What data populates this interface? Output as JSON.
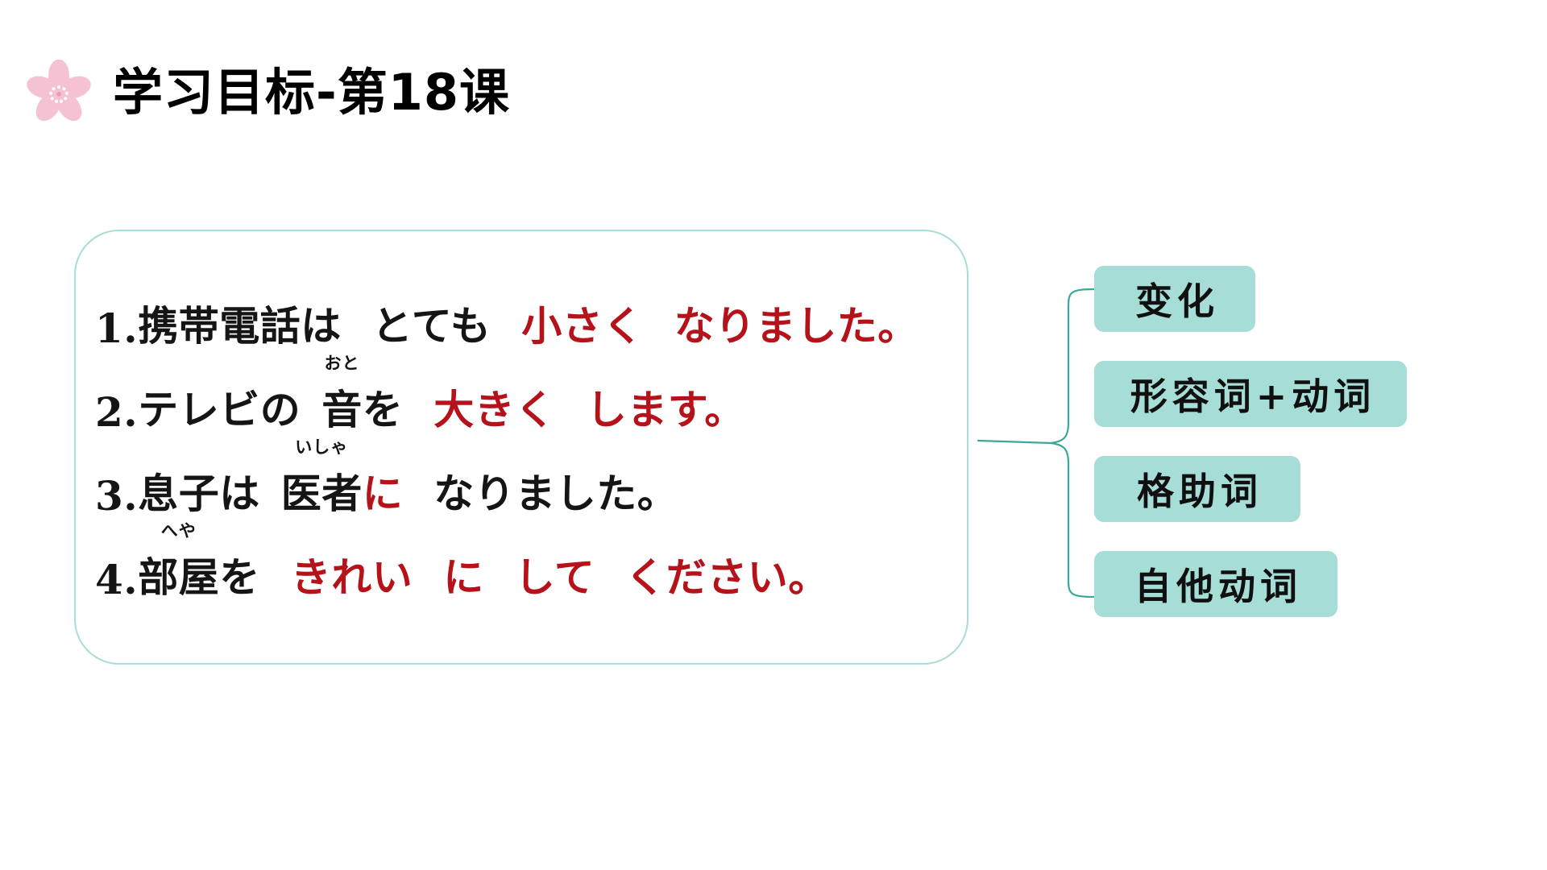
{
  "colors": {
    "sakura_pink": "#f4c2d2",
    "teal_badge": "#a6ded7",
    "teal_border": "#a8ded6",
    "brace_stroke": "#3aa99a",
    "highlight_red": "#b5121a",
    "text_black": "#151515",
    "background": "#ffffff"
  },
  "header": {
    "icon": "sakura-flower-icon",
    "title": "学习目标-第18课"
  },
  "card": {
    "sentences": [
      {
        "number": "1.",
        "segments": [
          {
            "text": "携帯電話は",
            "color": "black",
            "ruby": ""
          },
          {
            "text": "とても",
            "color": "black",
            "ruby": ""
          },
          {
            "text": "小さく",
            "color": "red",
            "ruby": ""
          },
          {
            "text": "なりました。",
            "color": "red",
            "ruby": ""
          }
        ]
      },
      {
        "number": "2.",
        "segments": [
          {
            "text": "テレビの",
            "color": "black",
            "ruby": ""
          },
          {
            "text": "音",
            "color": "black",
            "ruby": "おと"
          },
          {
            "text": "を",
            "color": "black",
            "ruby": ""
          },
          {
            "text": "大きく",
            "color": "red",
            "ruby": ""
          },
          {
            "text": "します。",
            "color": "red",
            "ruby": ""
          }
        ]
      },
      {
        "number": "3.",
        "segments": [
          {
            "text": "息子は",
            "color": "black",
            "ruby": ""
          },
          {
            "text": "医者",
            "color": "black",
            "ruby": "いしゃ"
          },
          {
            "text": "に",
            "color": "red",
            "ruby": ""
          },
          {
            "text": "なりました。",
            "color": "black",
            "ruby": ""
          }
        ]
      },
      {
        "number": "4.",
        "segments": [
          {
            "text": "部屋",
            "color": "black",
            "ruby": "へや"
          },
          {
            "text": "を",
            "color": "black",
            "ruby": ""
          },
          {
            "text": "きれい",
            "color": "red",
            "ruby": ""
          },
          {
            "text": "に",
            "color": "red",
            "ruby": ""
          },
          {
            "text": "して",
            "color": "red",
            "ruby": ""
          },
          {
            "text": "ください。",
            "color": "red",
            "ruby": ""
          }
        ]
      }
    ]
  },
  "badges": [
    {
      "label": "变化"
    },
    {
      "label": "形容词+动词"
    },
    {
      "label": "格助词"
    },
    {
      "label": "自他动词"
    }
  ],
  "connector": {
    "shape": "curly-brace",
    "orientation": "points-left"
  }
}
